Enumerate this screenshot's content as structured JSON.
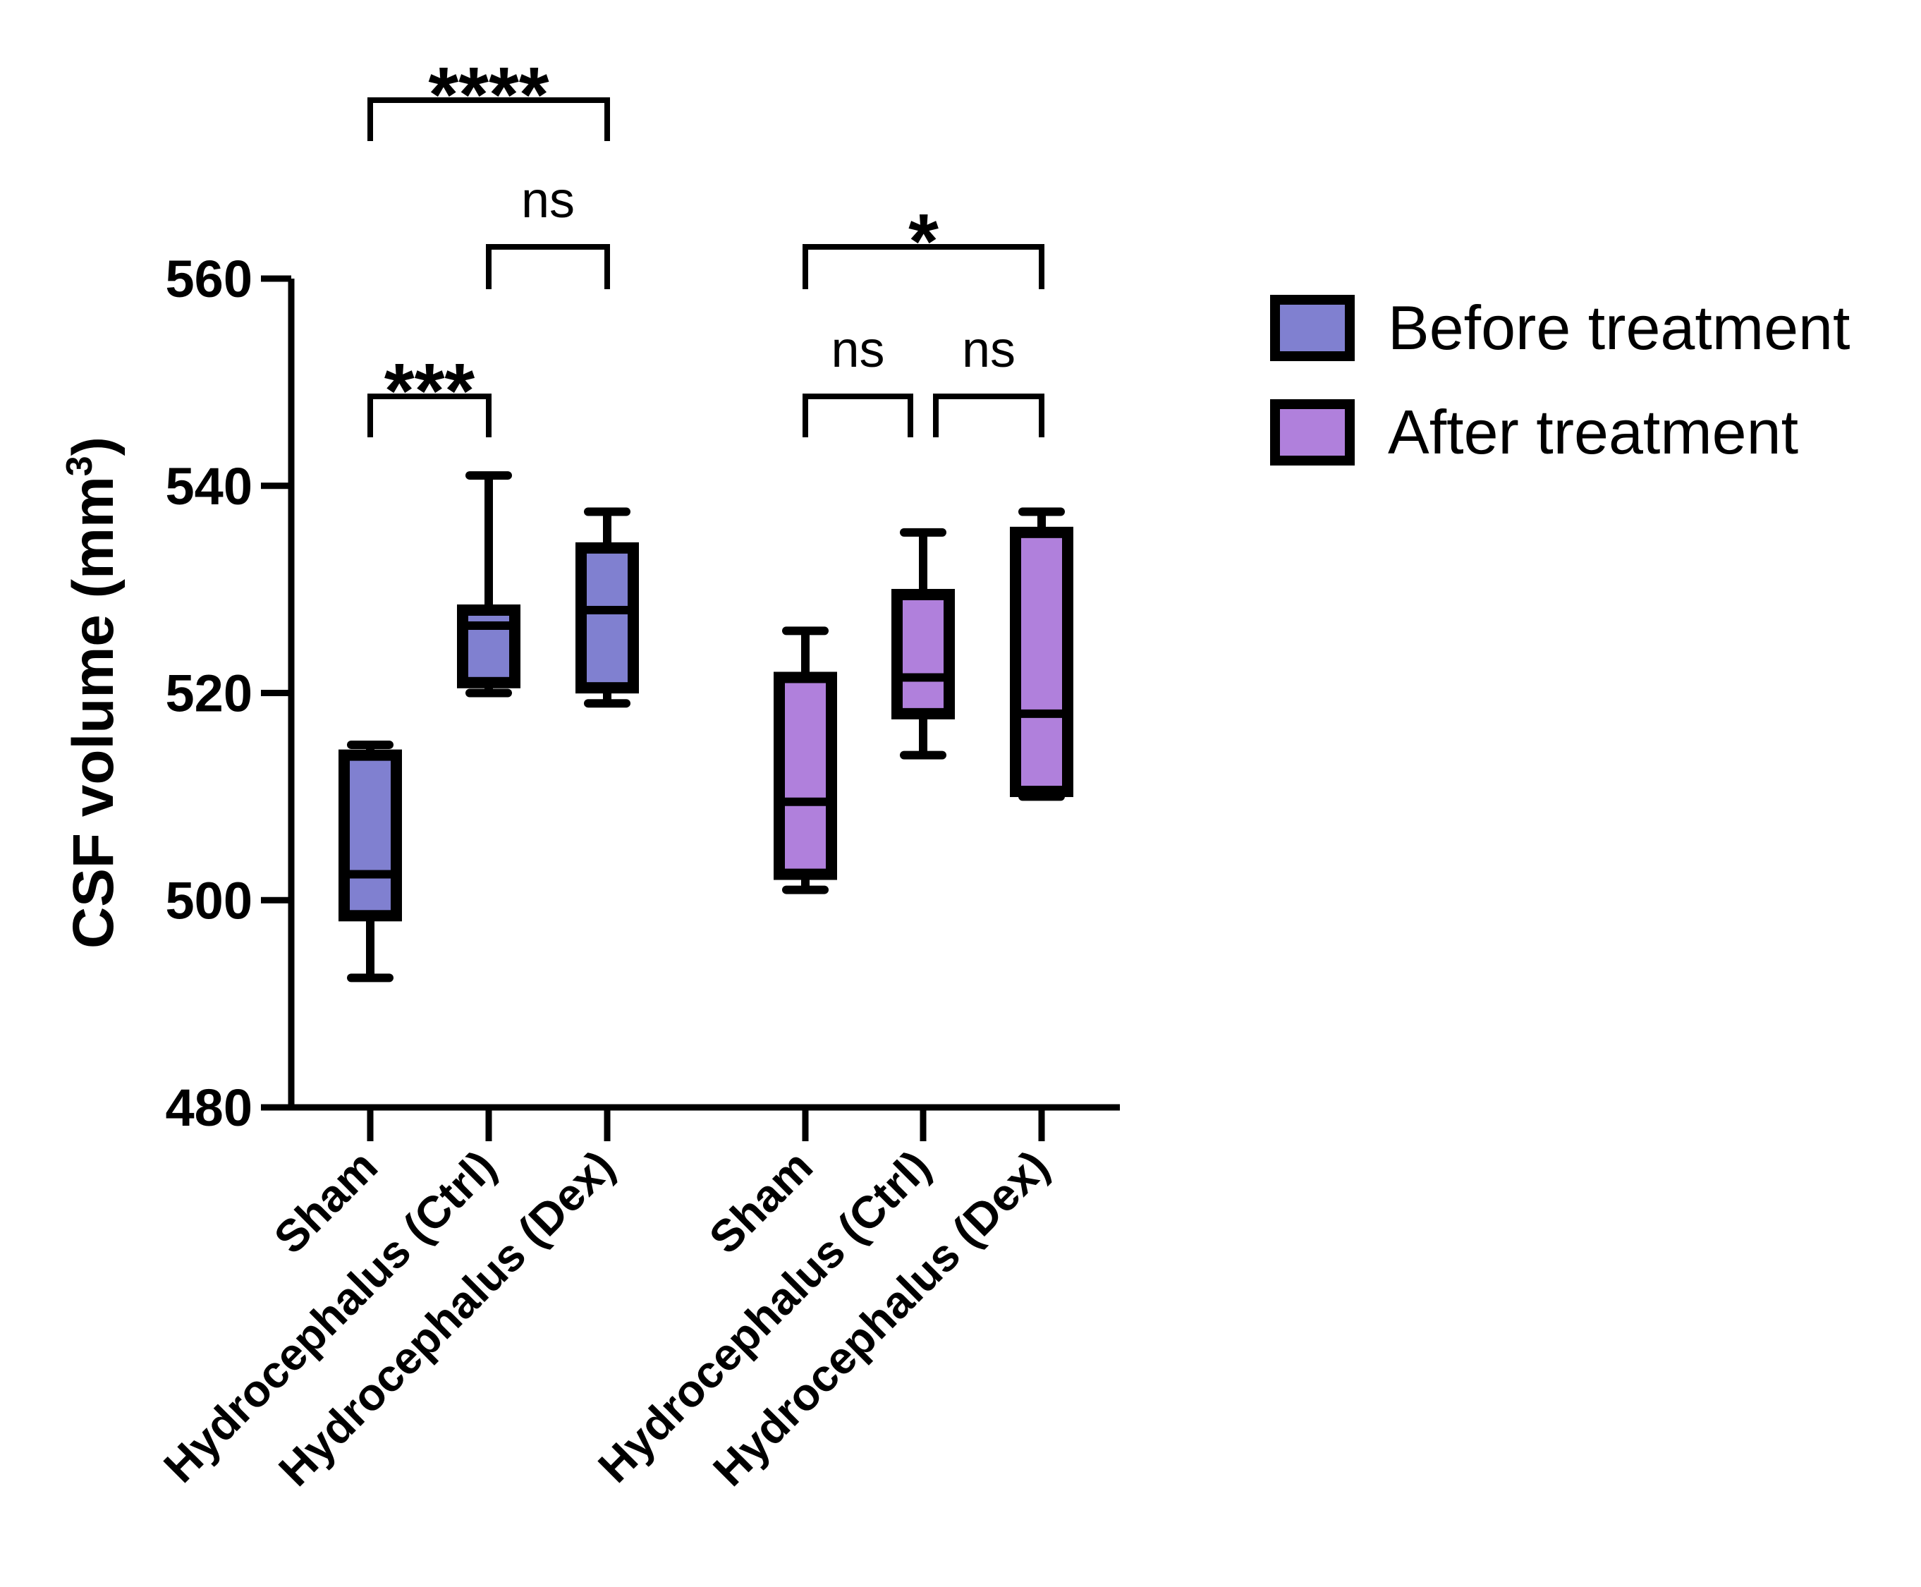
{
  "chart_data": {
    "type": "box",
    "ylabel": "CSF volume (mm",
    "ylabel_sup": "3",
    "ylabel_close": ")",
    "ylim": [
      480,
      560
    ],
    "yticks": [
      480,
      500,
      520,
      540,
      560
    ],
    "series": [
      {
        "name": "Before treatment",
        "color": "#8080d0",
        "boxes": [
          {
            "category": "Sham",
            "min": 492.5,
            "q1": 498.5,
            "median": 502.5,
            "q3": 514,
            "max": 515
          },
          {
            "category": "Hydrocephalus (Ctrl)",
            "min": 520,
            "q1": 521,
            "median": 526.5,
            "q3": 528,
            "max": 541
          },
          {
            "category": "Hydrocephalus (Dex)",
            "min": 519,
            "q1": 520.5,
            "median": 528,
            "q3": 534,
            "max": 537.5
          }
        ]
      },
      {
        "name": "After treatment",
        "color": "#b080dc",
        "boxes": [
          {
            "category": "Sham",
            "min": 501,
            "q1": 502.5,
            "median": 509.5,
            "q3": 521.5,
            "max": 526
          },
          {
            "category": "Hydrocephalus (Ctrl)",
            "min": 514,
            "q1": 518,
            "median": 521.5,
            "q3": 529.5,
            "max": 535.5
          },
          {
            "category": "Hydrocephalus (Dex)",
            "min": 510,
            "q1": 510.5,
            "median": 518,
            "q3": 535.5,
            "max": 537.5
          }
        ]
      }
    ],
    "significance": [
      {
        "from": 0,
        "to": 2,
        "label": "****"
      },
      {
        "from": 1,
        "to": 2,
        "label": "ns"
      },
      {
        "from": 0,
        "to": 1,
        "label": "***"
      },
      {
        "from": 3,
        "to": 5,
        "label": "*"
      },
      {
        "from": 3,
        "to": 4,
        "label": "ns"
      },
      {
        "from": 4,
        "to": 5,
        "label": "ns"
      }
    ],
    "legend_position": "top-right"
  }
}
